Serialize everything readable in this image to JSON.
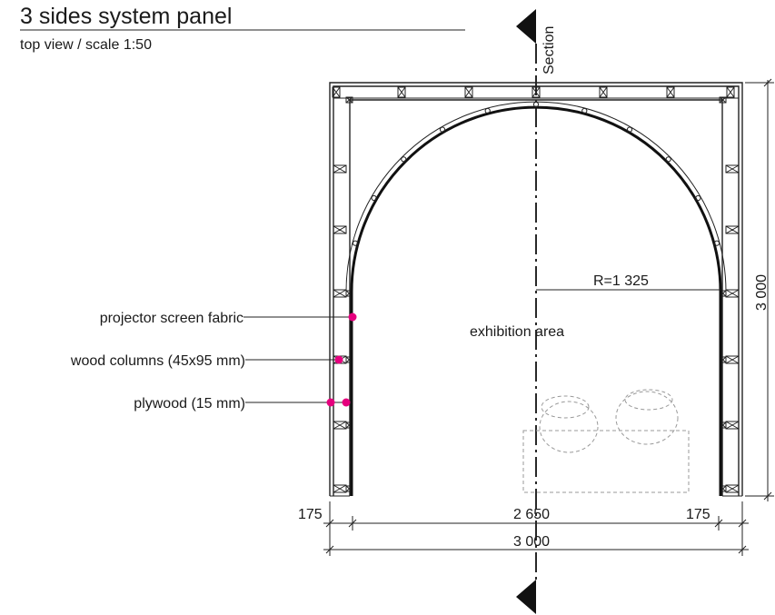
{
  "title": "3 sides system panel",
  "subtitle": "top view / scale 1:50",
  "section_label": "Section",
  "area_label": "exhibition area",
  "radius_label": "R=1 325",
  "callouts": [
    {
      "text": "projector screen fabric",
      "color": "#e6007e"
    },
    {
      "text": "wood columns (45x95 mm)",
      "color": "#e6007e"
    },
    {
      "text": "plywood (15 mm)",
      "color": "#e6007e"
    }
  ],
  "dimensions": {
    "left": "175",
    "middle": "2 650",
    "right": "175",
    "overall_width": "3 000",
    "overall_depth": "3 000"
  },
  "colors": {
    "line": "#222222",
    "marker": "#e6007e",
    "furniture": "#999999"
  }
}
